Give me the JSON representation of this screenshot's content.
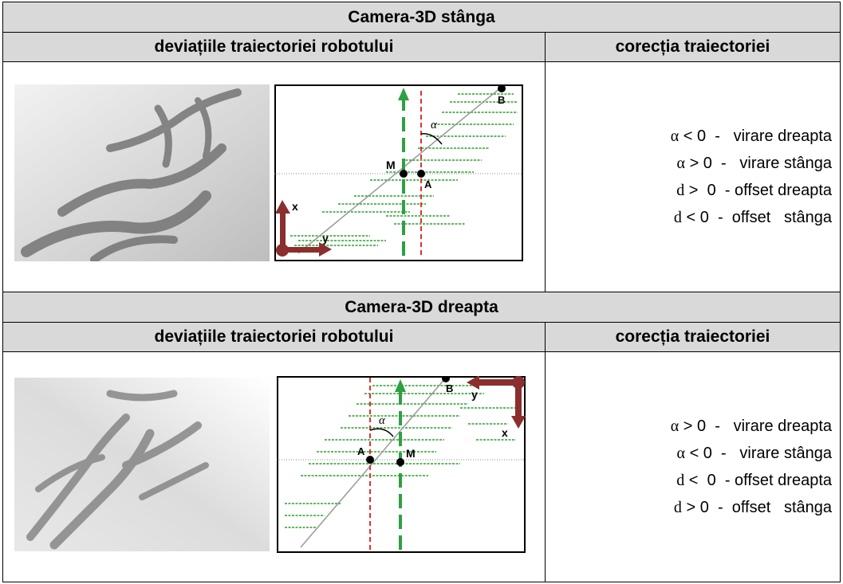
{
  "sections": [
    {
      "title": "Camera-3D stânga",
      "col_left": "deviațiile traiectoriei robotului",
      "col_right": "corecția traiectoriei",
      "labels": {
        "B": "B",
        "M": "M",
        "A": "A",
        "alpha": "α",
        "x": "x",
        "y": "y"
      },
      "rules": [
        {
          "sym": "α",
          "cond": " < 0  -   virare dreapta"
        },
        {
          "sym": "α",
          "cond": " > 0  -   virare stânga"
        },
        {
          "sym": "d",
          "cond": " >  0  - offset dreapta"
        },
        {
          "sym": "d",
          "cond": " < 0  -  offset   stânga"
        }
      ]
    },
    {
      "title": "Camera-3D dreapta",
      "col_left": "deviațiile traiectoriei robotului",
      "col_right": "corecția traiectoriei",
      "labels": {
        "B": "B",
        "M": "M",
        "A": "A",
        "alpha": "α",
        "x": "x",
        "y": "y"
      },
      "rules": [
        {
          "sym": "α",
          "cond": " > 0  -   virare dreapta"
        },
        {
          "sym": "α",
          "cond": " < 0  -   virare stânga"
        },
        {
          "sym": "d",
          "cond": " <  0  - offset dreapta"
        },
        {
          "sym": "d",
          "cond": " > 0  -  offset   stânga"
        }
      ]
    }
  ],
  "colors": {
    "header_bg": "#d9d9d9",
    "green": "#2ea043",
    "red": "#e03030",
    "arrow": "#8b2e2e"
  }
}
